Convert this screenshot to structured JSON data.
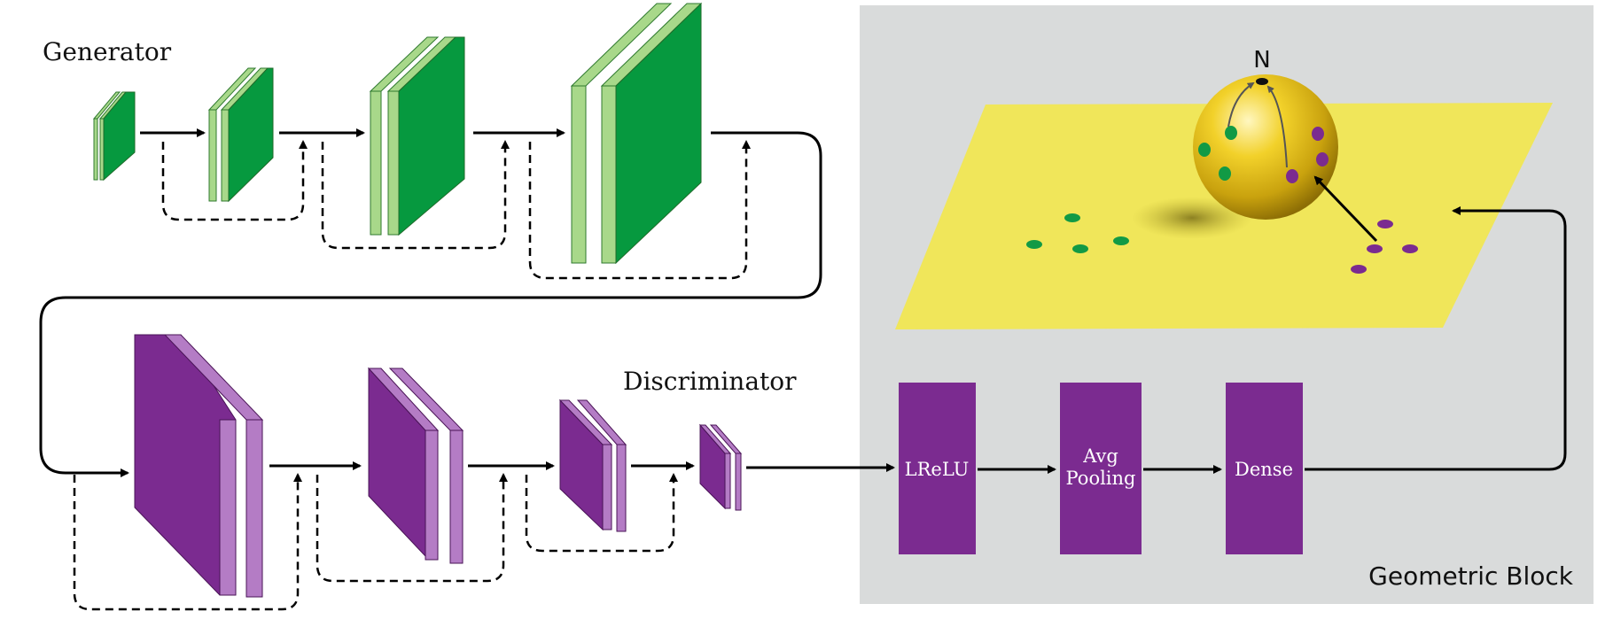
{
  "generator": {
    "title": "Generator",
    "color_front": "#06993f",
    "color_side": "#a8d88a"
  },
  "discriminator": {
    "title": "Discriminator",
    "color_front": "#7b2b90",
    "color_side": "#b47cc5"
  },
  "geometric_block": {
    "title": "Geometric Block",
    "background": "#d9dbdb",
    "plane_color": "#f0e65a",
    "sphere_color": "#e6c21a",
    "north_label": "N",
    "green_point_color": "#129a45",
    "purple_point_color": "#7b2b90"
  },
  "layers": [
    {
      "label": "LReLU"
    },
    {
      "label": "Avg Pooling",
      "lines": [
        "Avg",
        "Pooling"
      ]
    },
    {
      "label": "Dense"
    }
  ],
  "layer_color": "#7b2b90"
}
